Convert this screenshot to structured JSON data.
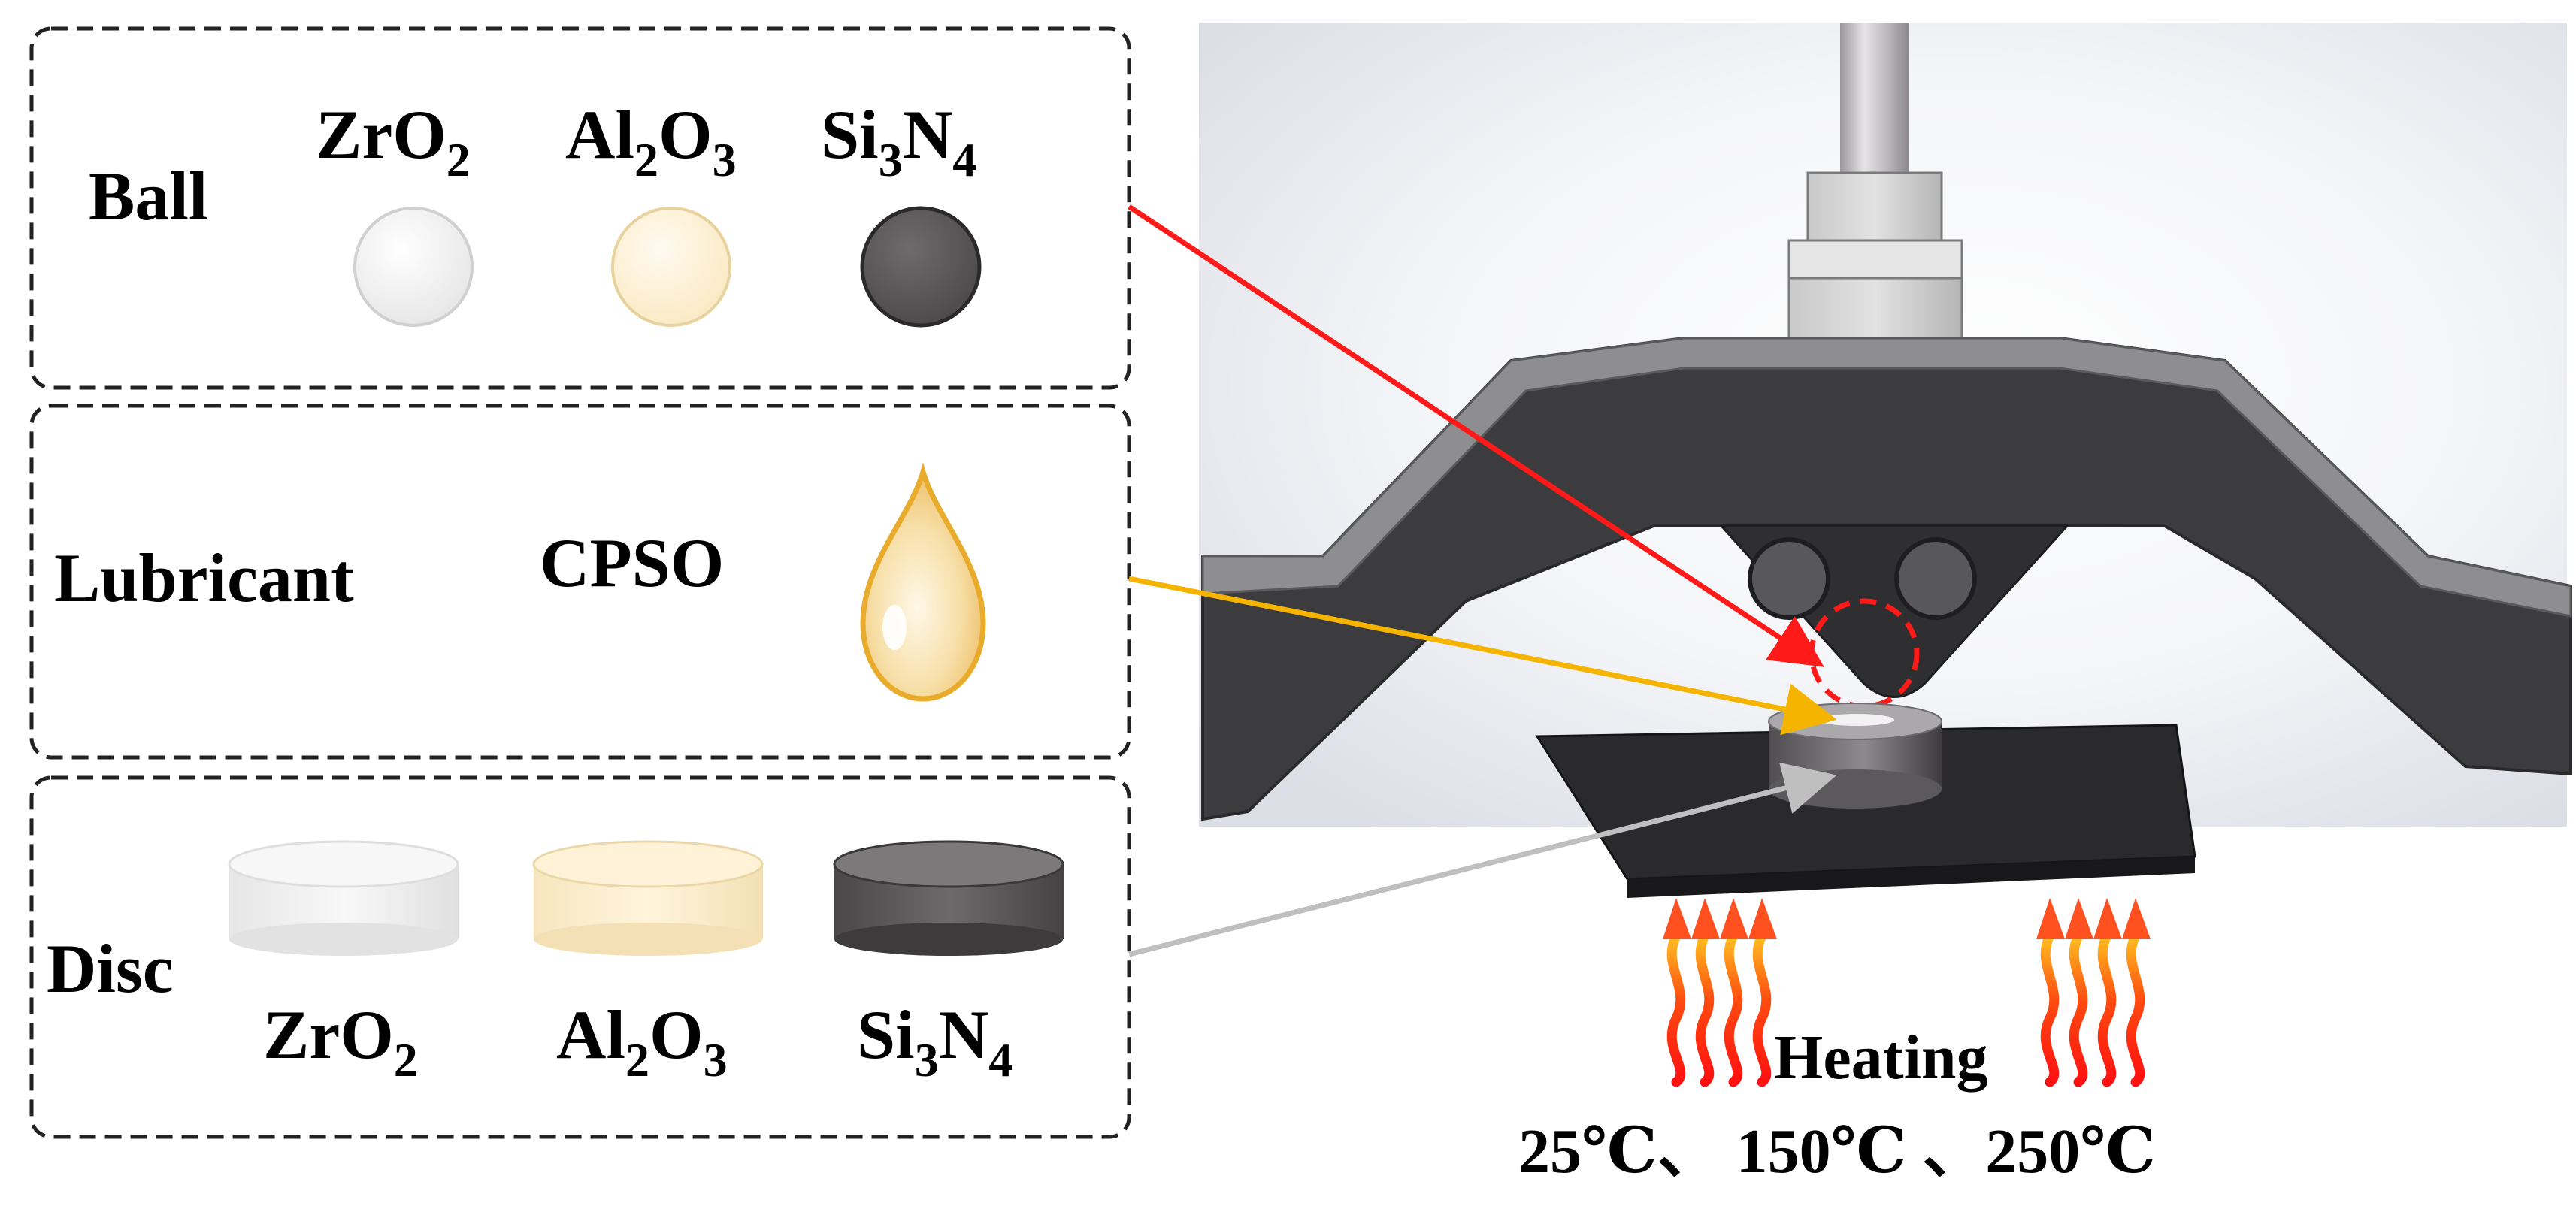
{
  "panels": {
    "ball": {
      "label": "Ball",
      "materials": [
        {
          "base": "ZrO",
          "sub": "2",
          "color": "#f1f1f1"
        },
        {
          "base1": "Al",
          "sub1": "2",
          "base2": "O",
          "sub2": "3",
          "color": "#fdf0d2"
        },
        {
          "base1": "Si",
          "sub1": "3",
          "base2": "N",
          "sub2": "4",
          "color": "#5f5c5d"
        }
      ]
    },
    "lubricant": {
      "label": "Lubricant",
      "name": "CPSO",
      "drop_color": "#f2c060"
    },
    "disc": {
      "label": "Disc",
      "materials": [
        {
          "base": "ZrO",
          "sub": "2",
          "color": "#f2f2f2"
        },
        {
          "base1": "Al",
          "sub1": "2",
          "base2": "O",
          "sub2": "3",
          "color": "#fdf0d2"
        },
        {
          "base1": "Si",
          "sub1": "3",
          "base2": "N",
          "sub2": "4",
          "color": "#5f5c5d"
        }
      ]
    }
  },
  "apparatus": {
    "heating_label": "Heating",
    "temperatures": "25℃、 150℃ 、250℃"
  },
  "colors": {
    "arrow_ball": "#ff1a1a",
    "arrow_lubricant": "#f5b400",
    "arrow_disc": "#bfbfbf",
    "frame": "#3c3c3e",
    "panel_border": "#222222"
  }
}
